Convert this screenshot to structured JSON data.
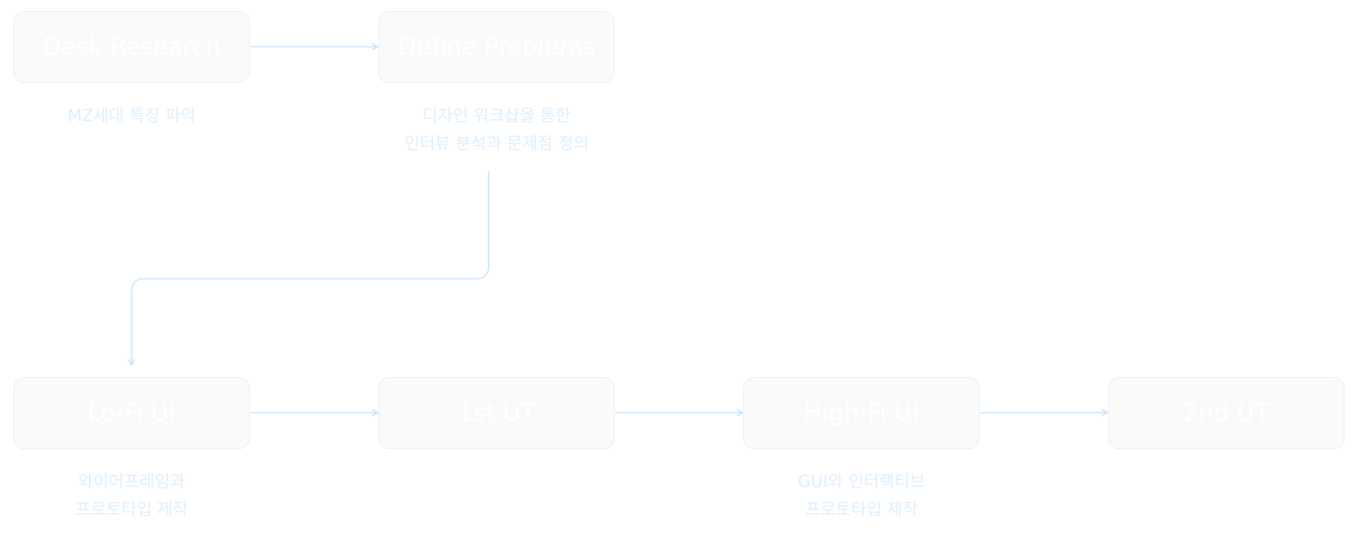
{
  "diagram": {
    "colors": {
      "connector": "#c9e2fa",
      "node_border": "#e6eef9",
      "node_fill": "#fafafa",
      "node_title": "#ffffff",
      "caption": "#ddeefc"
    },
    "nodes": [
      {
        "id": "desk-research",
        "title": "Desk Research",
        "caption": [
          "MZ세대 특징 파악"
        ]
      },
      {
        "id": "define-problems",
        "title": "Define Problems",
        "caption": [
          "디자인 워크샵을 통한",
          "인터뷰 분석과 문제점 정의"
        ]
      },
      {
        "id": "lo-fi-ui",
        "title": "Lo-Fi UI",
        "caption": [
          "와이어프레임과",
          "프로토타입 제작"
        ]
      },
      {
        "id": "first-ut",
        "title": "1st UT",
        "caption": []
      },
      {
        "id": "high-fi-ui",
        "title": "High-Fi UI",
        "caption": [
          "GUI와 인터랙티브",
          "프로토타입 제작"
        ]
      },
      {
        "id": "second-ut",
        "title": "2nd UT",
        "caption": []
      }
    ],
    "edges": [
      {
        "from": "desk-research",
        "to": "define-problems"
      },
      {
        "from": "define-problems",
        "to": "lo-fi-ui"
      },
      {
        "from": "lo-fi-ui",
        "to": "first-ut"
      },
      {
        "from": "first-ut",
        "to": "high-fi-ui"
      },
      {
        "from": "high-fi-ui",
        "to": "second-ut"
      }
    ]
  }
}
